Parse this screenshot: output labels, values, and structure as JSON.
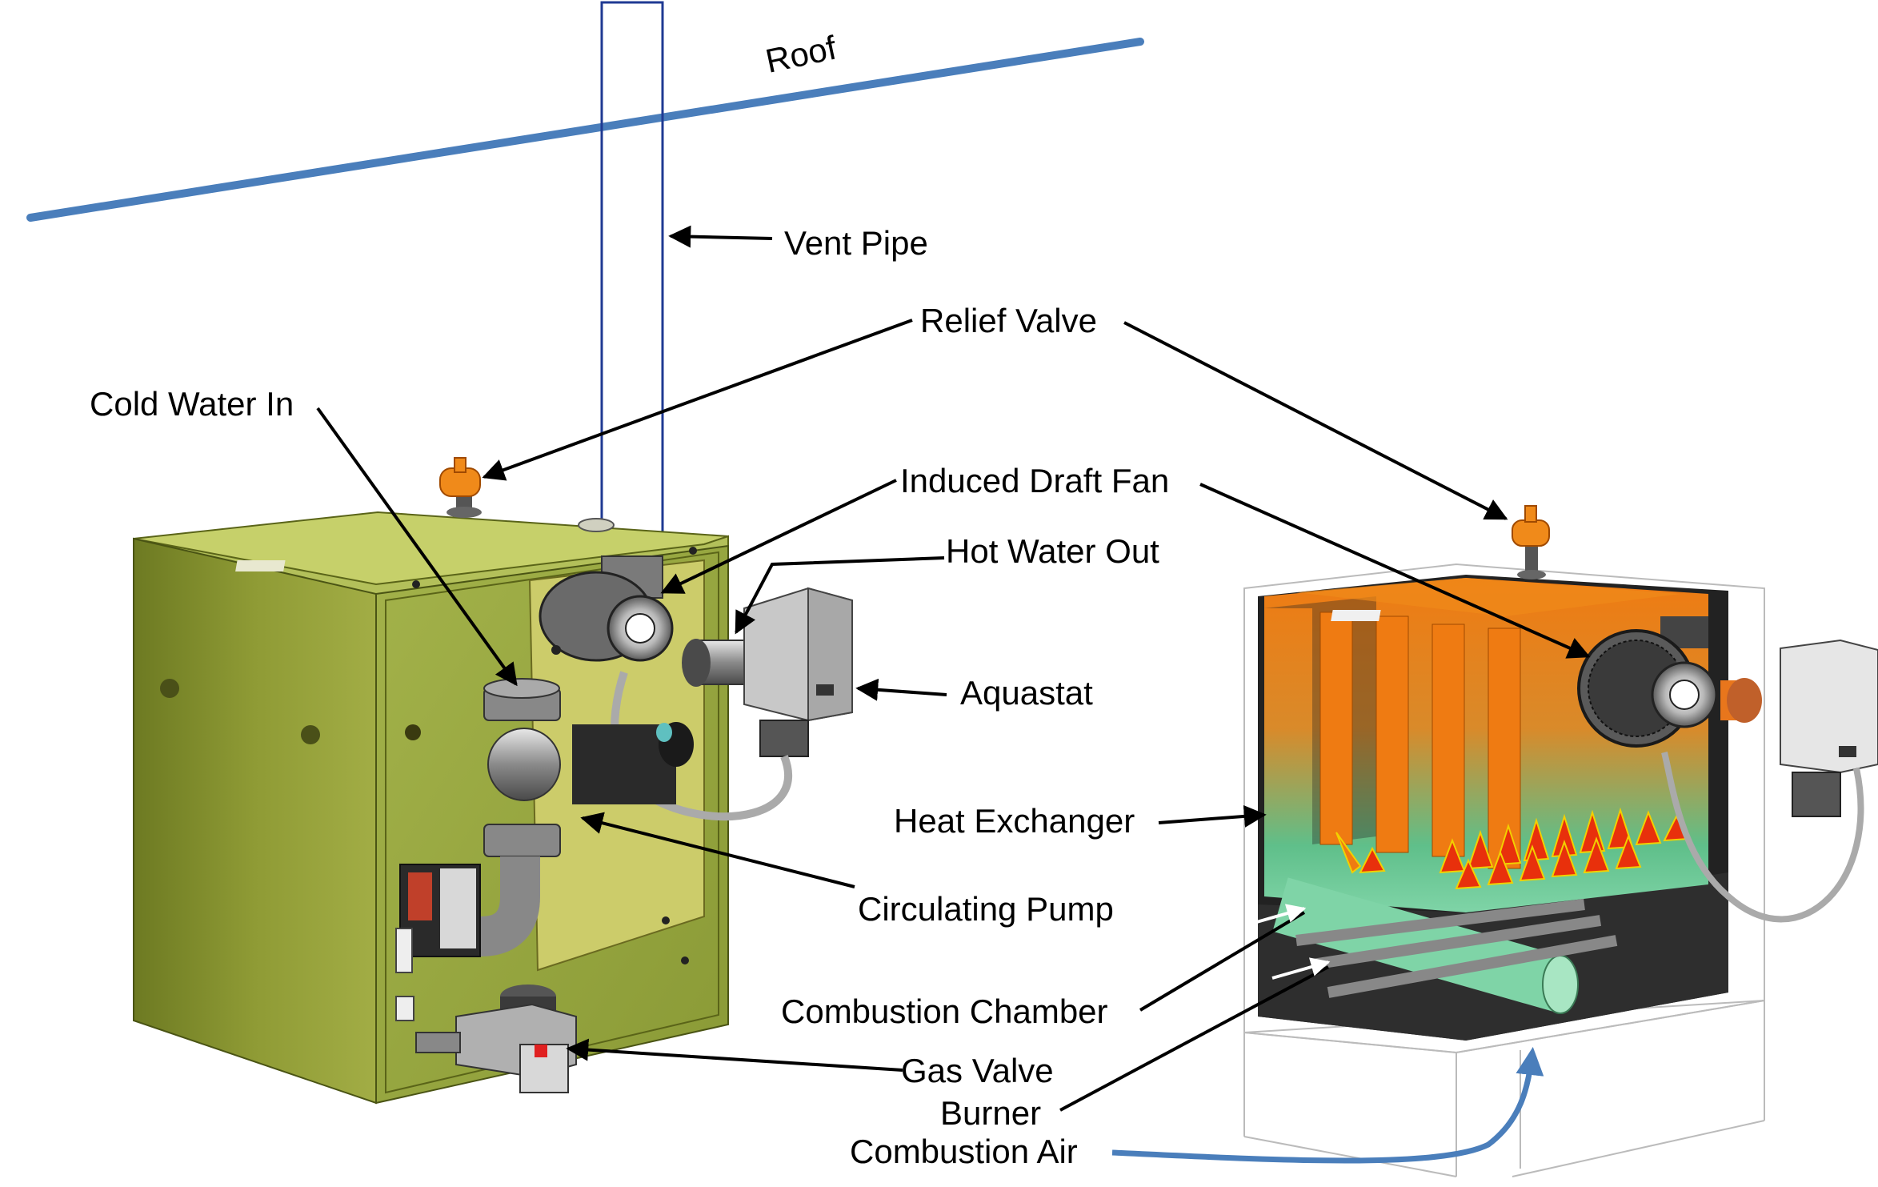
{
  "labels": {
    "roof": "Roof",
    "vent_pipe": "Vent Pipe",
    "relief_valve": "Relief Valve",
    "cold_water_in": "Cold Water In",
    "induced_draft_fan": "Induced Draft Fan",
    "hot_water_out": "Hot Water Out",
    "aquastat": "Aquastat",
    "heat_exchanger": "Heat Exchanger",
    "circulating_pump": "Circulating Pump",
    "combustion_chamber": "Combustion Chamber",
    "gas_valve": "Gas Valve",
    "burner": "Burner",
    "combustion_air": "Combustion Air"
  },
  "colors": {
    "roof_line": "#4a7ebb",
    "vent_pipe": "#1f3a93",
    "boiler_body": "#a8b84a",
    "boiler_top": "#c6d06a",
    "heat_exchanger": "#e8761c",
    "flame": "#e8300c",
    "relief_valve": "#f08a1a",
    "combustion_air_arrow": "#4a7ebb"
  },
  "icons": {
    "left_unit": "gas-boiler-exterior-illustration",
    "right_unit": "gas-boiler-cutaway-illustration"
  }
}
